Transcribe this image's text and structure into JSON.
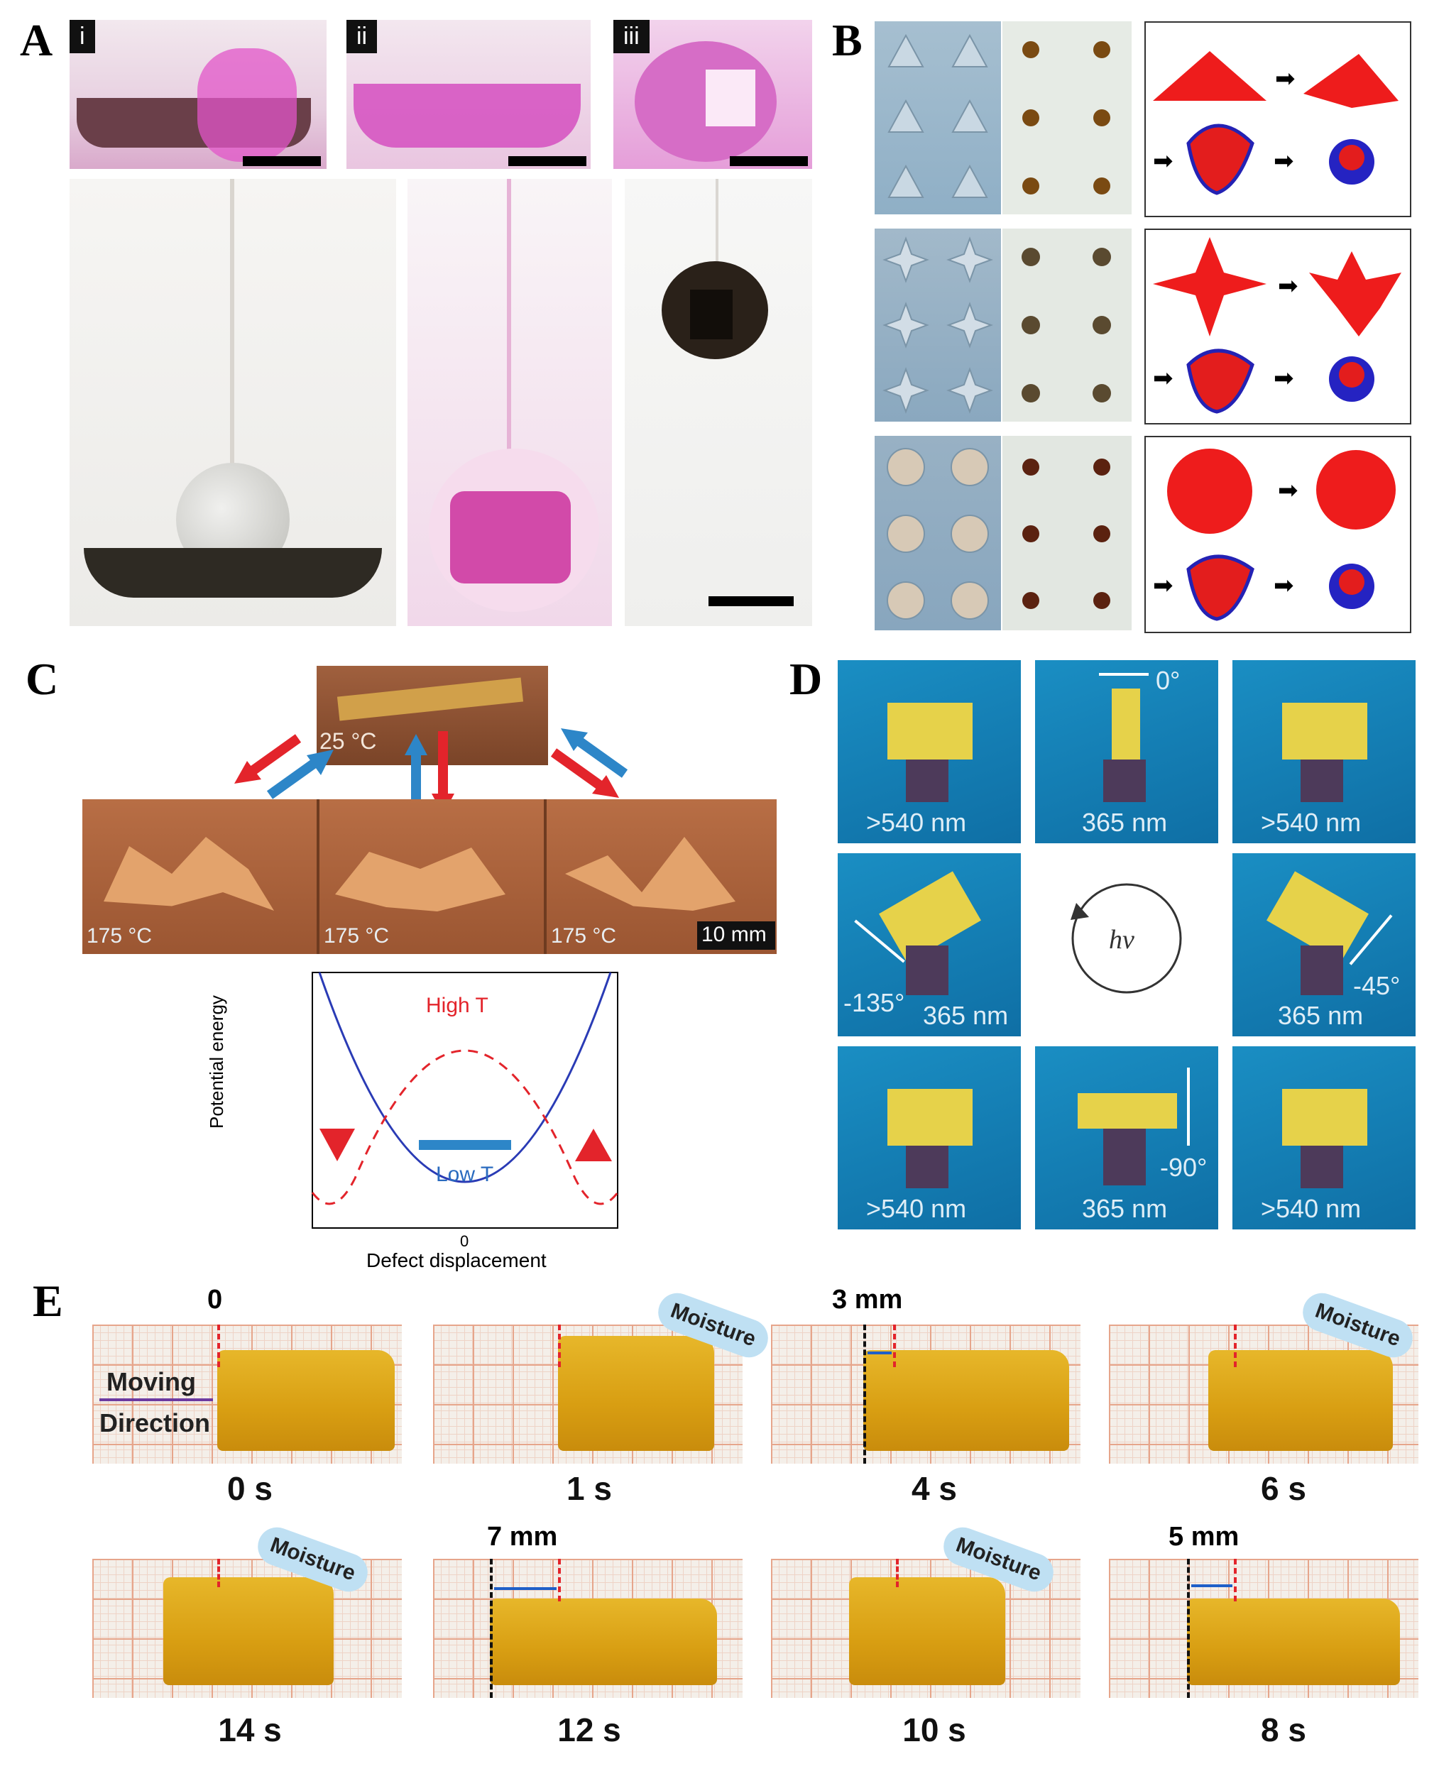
{
  "panels": {
    "A": {
      "letter": "A",
      "tags": [
        "i",
        "ii",
        "iii"
      ]
    },
    "B": {
      "letter": "B"
    },
    "C": {
      "letter": "C",
      "top_label": "25 °C",
      "bottom_labels": [
        "175 °C",
        "175 °C",
        "175 °C"
      ],
      "scale": "10 mm",
      "plot": {
        "ylabel": "Potential energy",
        "xlabel": "Defect displacement",
        "xtick": "0",
        "high": "High T",
        "low": "Low T"
      }
    },
    "D": {
      "letter": "D",
      "labels": [
        ">540 nm",
        "365 nm",
        ">540 nm",
        "365 nm",
        "365 nm",
        ">540 nm",
        "365 nm",
        ">540 nm"
      ],
      "angles": [
        "0°",
        "-135°",
        "-45°",
        "-90°"
      ],
      "center": "hν"
    },
    "E": {
      "letter": "E",
      "zero": "0",
      "moving": "Moving",
      "direction": "Direction",
      "distances": [
        "3 mm",
        "7 mm",
        "5 mm"
      ],
      "moisture": "Moisture",
      "times_top": [
        "0 s",
        "1 s",
        "4 s",
        "6 s"
      ],
      "times_bottom": [
        "14 s",
        "12 s",
        "10 s",
        "8 s"
      ]
    }
  }
}
